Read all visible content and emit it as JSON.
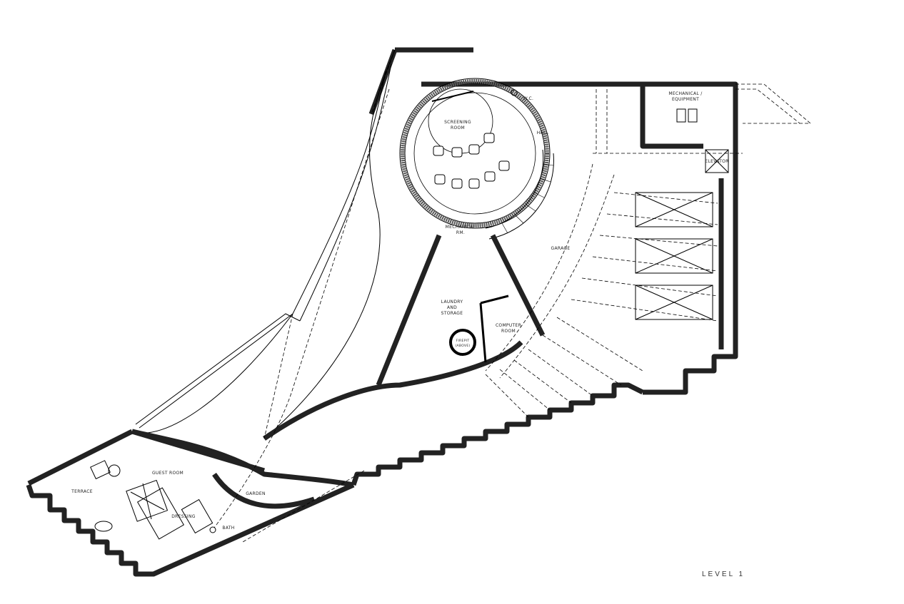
{
  "drawing": {
    "level_label": "LEVEL 1"
  },
  "rooms": {
    "screening_line1": "SCREENING",
    "screening_line2": "ROOM",
    "wc": "W.C.",
    "hall": "HALL",
    "mech_equip_line1": "MECHANICAL /",
    "mech_equip_line2": "EQUIPMENT",
    "elevator": "ELEVATOR",
    "mechanical_rm_line1": "MECHANICAL",
    "mechanical_rm_line2": "RM.",
    "garage": "GARAGE",
    "laundry_line1": "LAUNDRY",
    "laundry_line2": "AND",
    "laundry_line3": "STORAGE",
    "firepit_line1": "FIREPIT",
    "firepit_line2": "(ABOVE)",
    "computer_line1": "COMPUTER",
    "computer_line2": "ROOM",
    "guest_room": "GUEST ROOM",
    "terrace": "TERRACE",
    "dressing": "DRESSING",
    "bath": "BATH",
    "garden": "GARDEN"
  },
  "colors": {
    "background": "#ffffff",
    "linework": "#000000",
    "wall_poche": "#5a5a5a"
  }
}
